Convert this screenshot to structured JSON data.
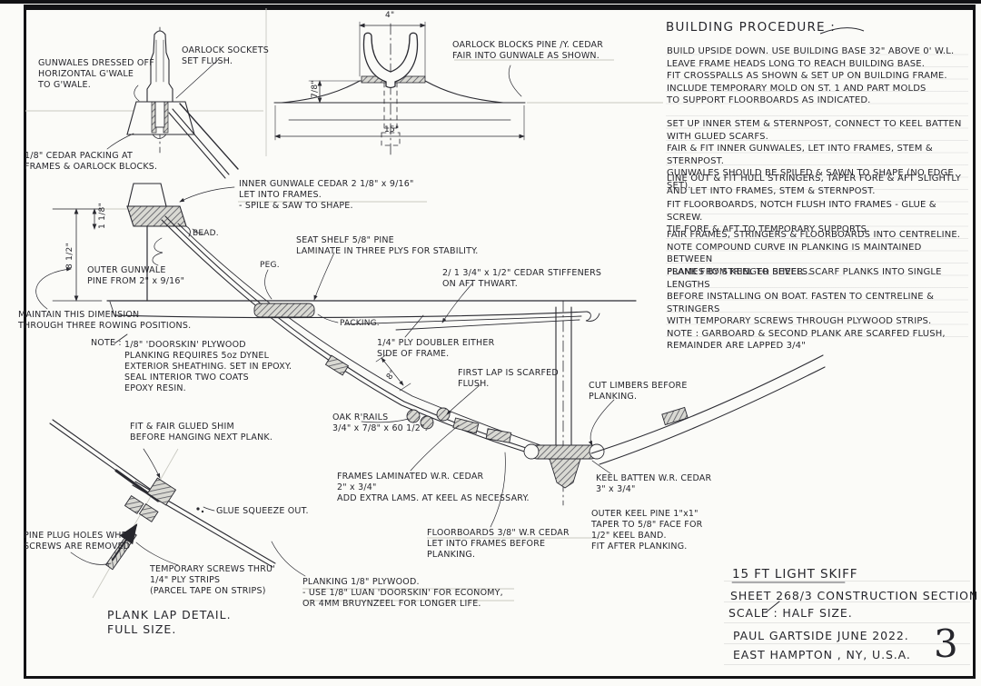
{
  "sheet": {
    "page_number": "3"
  },
  "colors": {
    "paper": "#fbfbf8",
    "ink": "#26262c",
    "hatch": "#55555c",
    "faint_rule": "#c9c9c1"
  },
  "title_block": {
    "boat": "15 FT LIGHT SKIFF",
    "sheet_line": "SHEET 268/3  CONSTRUCTION SECTION",
    "scale_line": "SCALE :      HALF SIZE.",
    "author_line": "PAUL GARTSIDE      JUNE 2022.",
    "place_line": "EAST HAMPTON , NY,  U.S.A."
  },
  "procedure": {
    "heading": "BUILDING PROCEDURE :",
    "p1": "BUILD UPSIDE DOWN. USE BUILDING BASE 32\" ABOVE 0' W.L.\nLEAVE FRAME HEADS LONG TO REACH BUILDING BASE.\nFIT CROSSPALLS AS SHOWN & SET UP ON BUILDING FRAME.\nINCLUDE TEMPORARY MOLD ON ST. 1  AND  PART MOLDS\nTO SUPPORT FLOORBOARDS AS INDICATED.",
    "p2": "SET UP INNER STEM & STERNPOST, CONNECT TO KEEL BATTEN\nWITH GLUED SCARFS.\nFAIR & FIT INNER GUNWALES, LET INTO FRAMES, STEM & STERNPOST.\nGUNWALES SHOULD BE SPILED & SAWN TO SHAPE (NO EDGE SET).",
    "p3": "LINE OUT & FIT HULL STRINGERS, TAPER FORE & AFT SLIGHTLY\nAND LET INTO FRAMES, STEM & STERNPOST.",
    "p4": "FIT FLOORBOARDS, NOTCH FLUSH INTO FRAMES - GLUE & SCREW.\nTIE FORE & AFT TO TEMPORARY SUPPORTS.",
    "p5": "FAIR FRAMES, STRINGERS & FLOORBOARDS INTO CENTRELINE.\nNOTE COMPOUND CURVE IN PLANKING IS MAINTAINED BETWEEN\nFRAMES BY STRINGER BEVELS.",
    "p6": "PLANK FROM KEEL TO SHEER. SCARF PLANKS INTO SINGLE LENGTHS\nBEFORE INSTALLING ON BOAT. FASTEN TO CENTRELINE & STRINGERS\nWITH TEMPORARY SCREWS THROUGH PLYWOOD STRIPS.\nNOTE : GARBOARD & SECOND PLANK ARE SCARFED FLUSH,\nREMAINDER ARE LAPPED 3/4\""
  },
  "ann": {
    "gunwales_dressed": "GUNWALES DRESSED OFF\nHORIZONTAL G'WALE\nTO G'WALE.",
    "oarlock_sockets": "OARLOCK SOCKETS\nSET FLUSH.",
    "cedar_packing": "1/8\" CEDAR PACKING AT\nFRAMES & OARLOCK BLOCKS.",
    "oarlock_blocks": "OARLOCK BLOCKS PINE /Y. CEDAR\nFAIR INTO GUNWALE AS SHOWN.",
    "inner_gunwale": "INNER GUNWALE CEDAR 2 1/8\" x 9/16\"\nLET INTO FRAMES.\n- SPILE & SAW TO SHAPE.",
    "seat_shelf": "SEAT SHELF 5/8\" PINE\nLAMINATE IN THREE PLYS FOR STABILITY.",
    "bead": "BEAD.",
    "peg": "PEG.",
    "packing": "PACKING.",
    "outer_gunwale": "OUTER GUNWALE\nPINE FROM 2\" x 9/16\"",
    "maintain": "MAINTAIN THIS DIMENSION\nTHROUGH THREE ROWING POSITIONS.",
    "note_word": "NOTE :",
    "doorskin_note": "1/8\" 'DOORSKIN' PLYWOOD\nPLANKING REQUIRES 5oz DYNEL\nEXTERIOR SHEATHING. SET IN EPOXY.\nSEAL INTERIOR TWO COATS\nEPOXY RESIN.",
    "stiffeners": "2/ 1 3/4\" x 1/2\" CEDAR STIFFENERS\nON AFT THWART.",
    "ply_doubler": "1/4\" PLY DOUBLER EITHER\nSIDE OF FRAME.",
    "first_lap": "FIRST LAP IS SCARFED\nFLUSH.",
    "oak_rails": "OAK R'RAILS\n3/4\" x 7/8\" x 60 1/2\".",
    "frames_laminated": "FRAMES LAMINATED W.R. CEDAR\n2\" x 3/4\"\nADD EXTRA LAMS. AT KEEL AS NECESSARY.",
    "cut_limbers": "CUT LIMBERS BEFORE\nPLANKING.",
    "keel_batten": "KEEL BATTEN W.R. CEDAR\n3\" x 3/4\"",
    "outer_keel": "OUTER KEEL PINE 1\"x1\"\nTAPER TO 5/8\" FACE FOR\n1/2\" KEEL BAND.\nFIT AFTER PLANKING.",
    "floorboards": "FLOORBOARDS 3/8\" W.R CEDAR\nLET INTO FRAMES BEFORE\nPLANKING.",
    "planking": "PLANKING 1/8\" PLYWOOD.\n- USE 1/8\" LUAN 'DOORSKIN' FOR ECONOMY,\nOR 4MM BRUYNZEEL FOR LONGER LIFE.",
    "fit_fair_shim": "FIT & FAIR GLUED SHIM\nBEFORE HANGING NEXT PLANK.",
    "glue_squeeze": "GLUE SQUEEZE OUT.",
    "plug_holes": "PINE PLUG HOLES WHEN\nSCREWS ARE REMOVED",
    "temp_screws": "TEMPORARY SCREWS THRU'\n1/4\" PLY STRIPS\n(PARCEL TAPE ON STRIPS)",
    "plank_lap_title": "PLANK LAP DETAIL.\nFULL SIZE."
  },
  "dims": {
    "oarlock_width": "4\"",
    "socket_depth": "7/8\"",
    "block_length": "15\"",
    "gunwale_depth": "1 1/8\"",
    "row_height": "8 1/2\"",
    "plank_width": "8\""
  }
}
